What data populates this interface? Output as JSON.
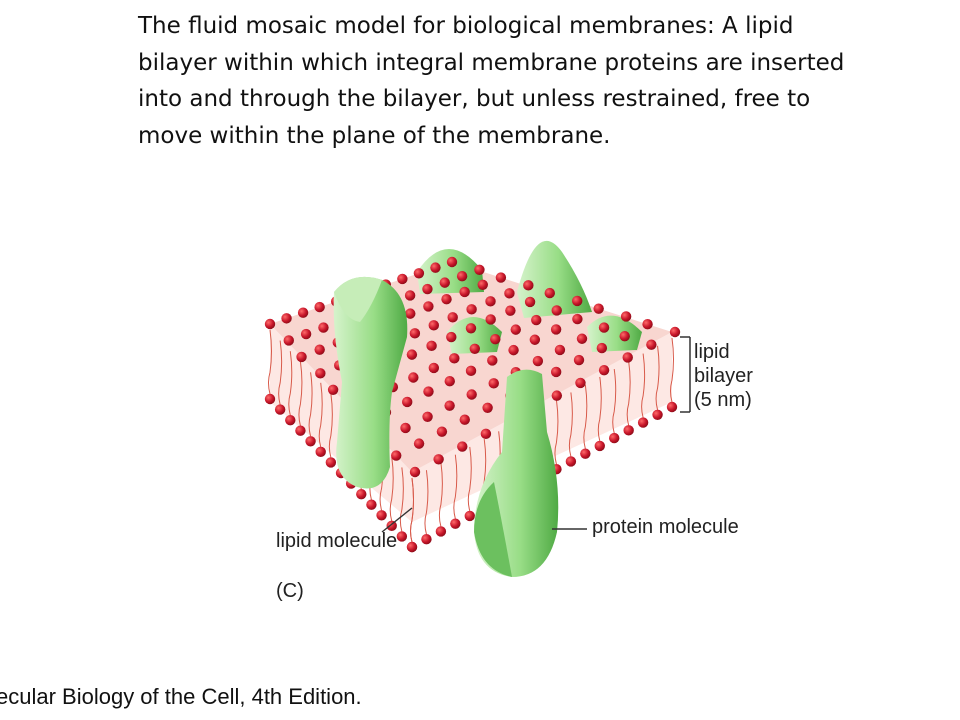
{
  "caption": {
    "text": "The fluid mosaic model for biological membranes:  A lipid bilayer within which integral membrane proteins are inserted into and through the bilayer, but unless restrained, free to move within the plane of the membrane."
  },
  "figure": {
    "labels": {
      "bilayer_line1": "lipid",
      "bilayer_line2": "bilayer",
      "bilayer_line3": "(5 nm)",
      "lipid_molecule": "lipid molecule",
      "protein_molecule": "protein molecule",
      "panel": "(C)"
    },
    "colors": {
      "lipid_head": "#c0172a",
      "lipid_tail": "#d85a4a",
      "protein": "#8fdc7e",
      "protein_shade": "#4fae45"
    }
  },
  "source": {
    "text": "ecular Biology of the Cell, 4th Edition."
  }
}
